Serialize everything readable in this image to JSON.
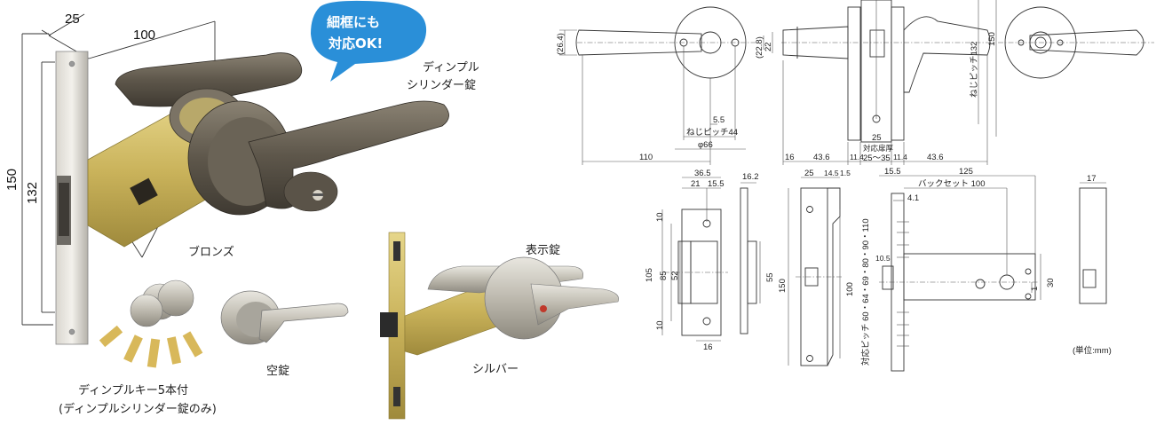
{
  "bubble": {
    "line1": "細框にも",
    "line2": "対応OK!",
    "color": "#2a8fd8"
  },
  "photo_dims": {
    "d25": "25",
    "d100": "100",
    "d150": "150",
    "d132": "132",
    "d30": "30"
  },
  "labels": {
    "dimple_cylinder_line1": "ディンプル",
    "dimple_cylinder_line2": "シリンダー錠",
    "bronze": "ブロンズ",
    "indicator_lock": "表示錠",
    "empty_lock": "空錠",
    "silver": "シルバー",
    "keys_line1": "ディンプルキー5本付",
    "keys_line2": "(ディンプルシリンダー錠のみ)"
  },
  "drawing_dims": {
    "d26_4": "(26.4)",
    "d22_8": "(22.8)",
    "d22": "22",
    "screw_pitch_44": "ねじピッチ44",
    "d5_5": "5.5",
    "phi66": "φ66",
    "d110": "110",
    "d16": "16",
    "d43_6a": "43.6",
    "d11_4a": "11.4",
    "d25": "25",
    "door_thickness": "対応扉厚",
    "door_range": "25〜35",
    "d11_4b": "11.4",
    "d43_6b": "43.6",
    "screw_pitch_132": "ねじピッチ132",
    "d150": "150",
    "d36_5": "36.5",
    "d21": "21",
    "d15_5a": "15.5",
    "d16_2": "16.2",
    "d10a": "10",
    "d105": "105",
    "d85": "85",
    "d52": "52",
    "d10b": "10",
    "d16b": "16",
    "d55": "55",
    "d25b": "25",
    "d14_5": "14.5",
    "d1_5": "1.5",
    "d150b": "150",
    "d100": "100",
    "d15_5b": "15.5",
    "d125": "125",
    "backset": "バックセット 100",
    "d4_1": "4.1",
    "d10_5": "10.5",
    "pitch_range": "対応ピッチ 60・64・69・80・90・110",
    "d1": "1",
    "d30": "30",
    "d17": "17",
    "unit": "(単位:mm)"
  }
}
